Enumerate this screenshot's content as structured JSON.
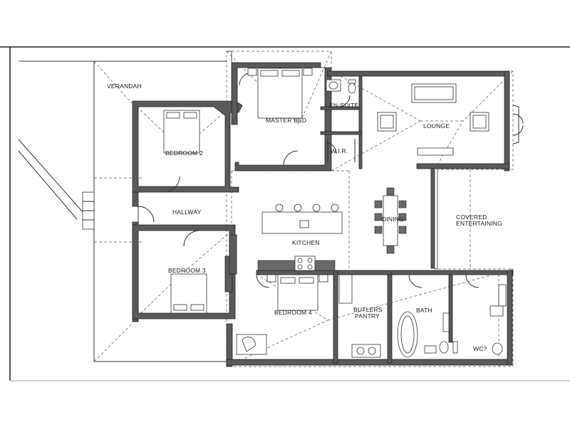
{
  "rooms": {
    "verandah": "VERANDAH",
    "master_bed": "MASTER BED",
    "en_suite": "EN-SUITE",
    "wir": "W.I.R.",
    "lounge": "LOUNGE",
    "bedroom2": "BEDROOM 2",
    "hallway": "HALLWAY",
    "kitchen": "KITCHEN",
    "dining": "DINING",
    "covered_entertaining_1": "COVERED",
    "covered_entertaining_2": "ENTERTAINING",
    "bedroom3": "BEDROOM 3",
    "bedroom4": "BEDROOM 4",
    "butlers_pantry_1": "BUTLERS",
    "butlers_pantry_2": "PANTRY",
    "bath": "BATH",
    "wc": "WC?"
  }
}
